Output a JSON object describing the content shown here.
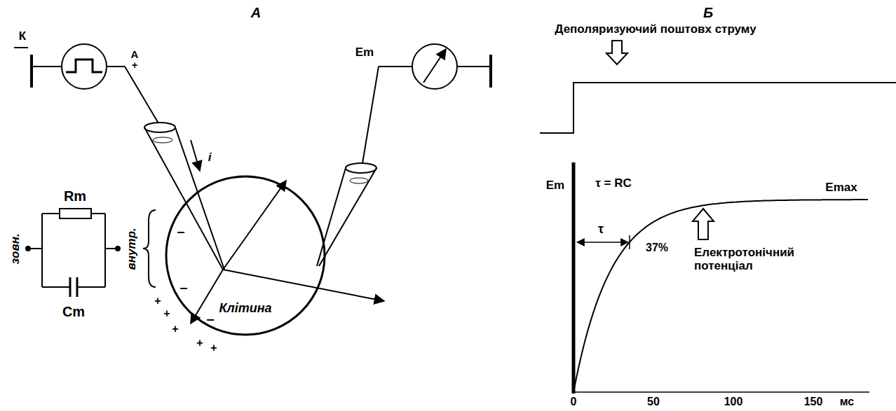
{
  "diagram": {
    "nodes": [
      {
        "text": [
          "Клітина"
        ]
      }
    ],
    "labels": [
      "А",
      "Б",
      "К",
      "А",
      "+",
      "i",
      "Em",
      "Rm",
      "Cm",
      "зовн.",
      "внутр.",
      "–",
      "–",
      "–",
      "+",
      "+",
      "+",
      "+",
      "+",
      "Деполяризуючий поштовх струму",
      "Em",
      "τ = RC",
      "τ",
      "37%",
      "Emax",
      "Електротонічний потенціал",
      "0",
      "50",
      "100",
      "150",
      "мс"
    ]
  }
}
